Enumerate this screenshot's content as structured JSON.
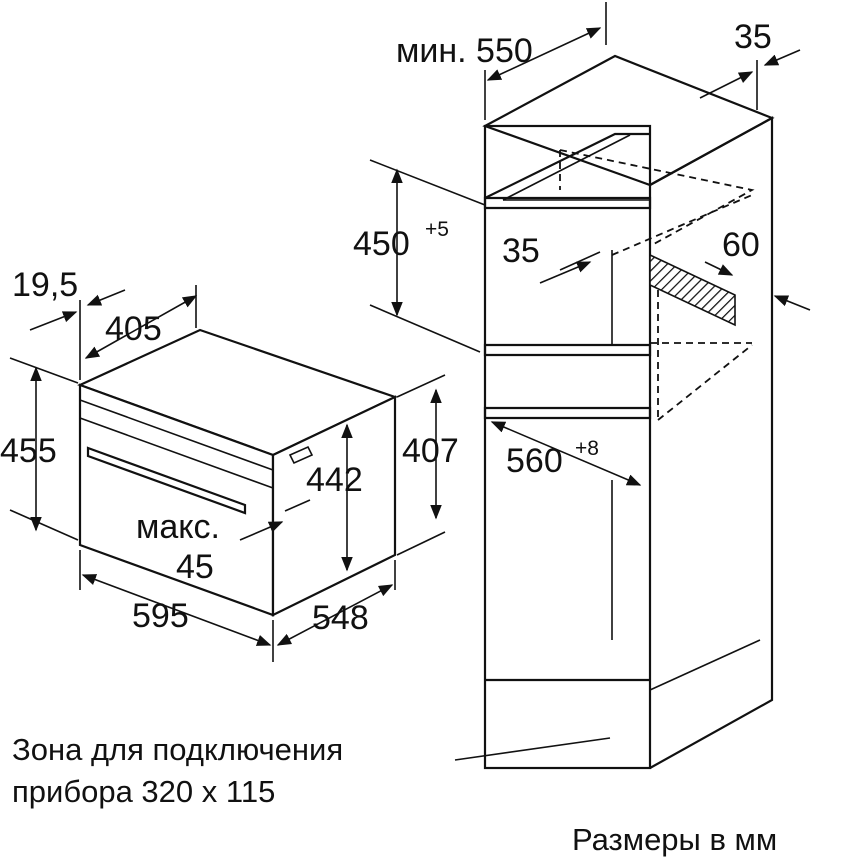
{
  "dimensions": {
    "min_depth": "мин. 550",
    "top_gap": "35",
    "niche_height": "450",
    "niche_height_tol": "+5",
    "vent_depth": "35",
    "vent_width": "60",
    "niche_width": "560",
    "niche_width_tol": "+8",
    "front_offset": "19,5",
    "oven_top_depth": "405",
    "front_height": "455",
    "body_height": "407",
    "inner_height": "442",
    "handle_label": "макс.",
    "handle_value": "45",
    "front_width": "595",
    "body_depth": "548"
  },
  "notes": {
    "connection_zone_line1": "Зона для подключения",
    "connection_zone_line2": "прибора 320 x 115",
    "units": "Размеры в мм"
  }
}
